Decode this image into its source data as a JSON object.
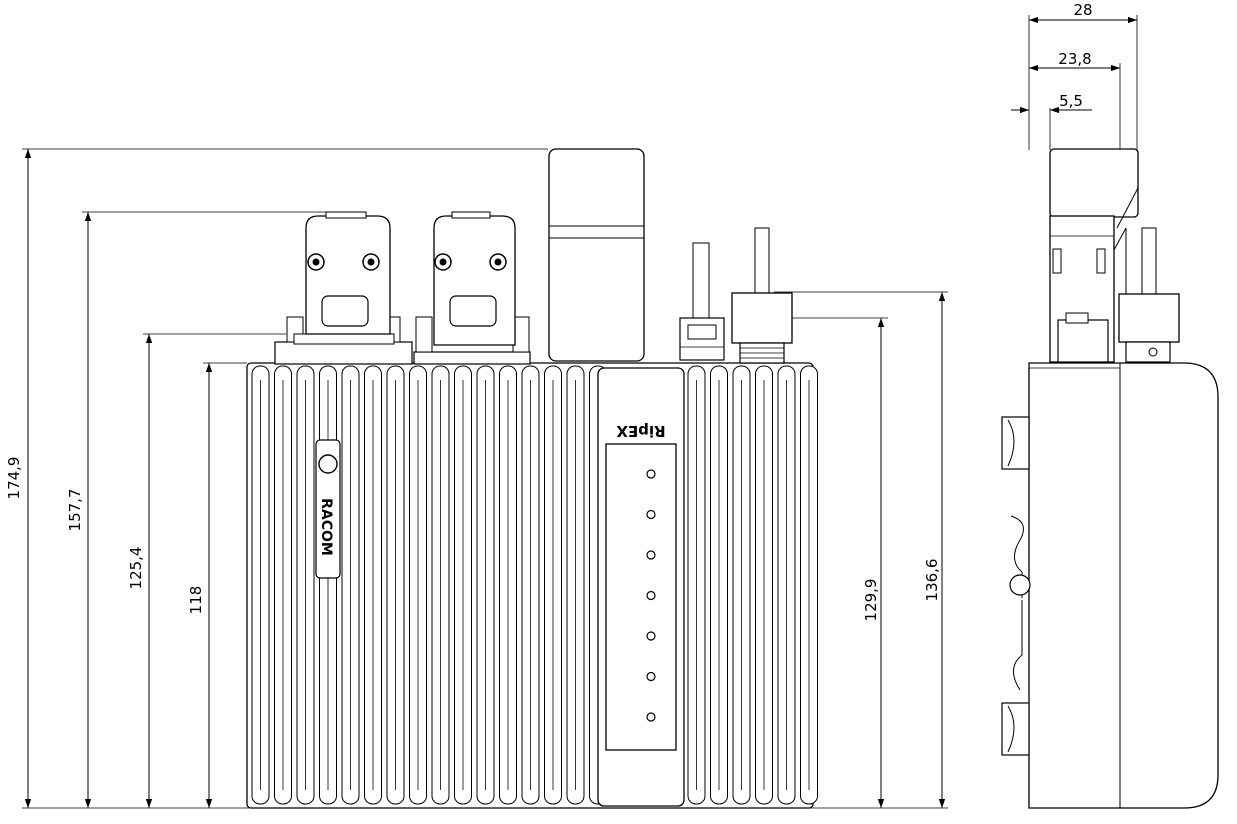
{
  "front_view": {
    "dimensions": {
      "total_height": "174,9",
      "dsub_height": "157,7",
      "base_height": "125,4",
      "body_height": "118",
      "right_inner": "129,9",
      "right_outer": "136,6"
    },
    "branding": {
      "manufacturer": "RACOM",
      "product": "RipEX"
    },
    "led_count": 7
  },
  "side_view": {
    "dimensions": {
      "width_total": "28",
      "width_mid": "23,8",
      "width_small": "5,5"
    }
  }
}
